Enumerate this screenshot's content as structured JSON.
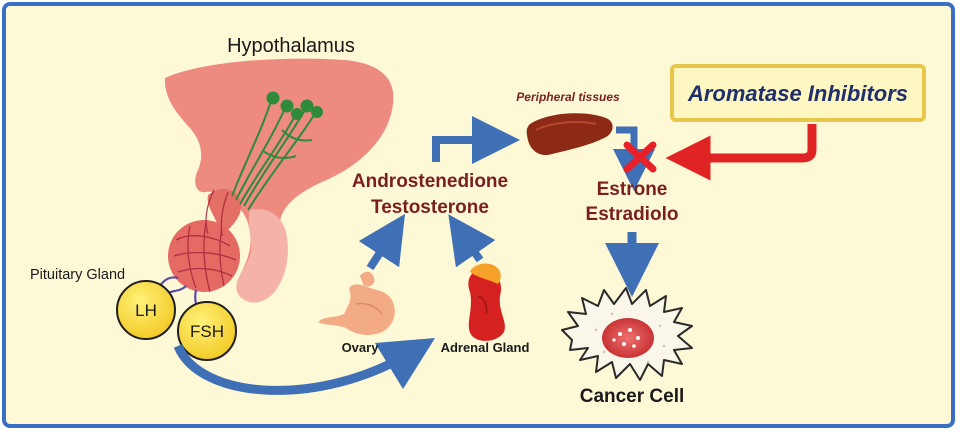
{
  "labels": {
    "hypothalamus": "Hypothalamus",
    "pituitary_gland": "Pituitary Gland",
    "lh": "LH",
    "fsh": "FSH",
    "ovary": "Ovary",
    "adrenal_gland": "Adrenal Gland",
    "androstenedione": "Androstenedione",
    "testosterone": "Testosterone",
    "peripheral_tissues": "Peripheral tissues",
    "estrone": "Estrone",
    "estradiolo": "Estradiolo",
    "aromatase_inhibitors": "Aromatase Inhibitors",
    "cancer_cell": "Cancer Cell"
  },
  "colors": {
    "background": "#fdf8d6",
    "border": "#3b6fc4",
    "flow_arrow": "#3f6fb5",
    "inhibition_arrow": "#e02424",
    "block_mark": "#e8202a",
    "hormone_text": "#7a1f1f",
    "hormone_circle": "#f5d63a",
    "brain": "#ee8b80",
    "neuron": "#2e8b3a",
    "inhibitor_box_fill": "#fff7c2",
    "inhibitor_box_border": "#e8c64a",
    "inhibitor_text": "#1f2f6b"
  },
  "icons": [
    "brain-icon",
    "ovary-icon",
    "adrenal-gland-icon",
    "liver-icon",
    "cancer-cell-icon",
    "block-x-icon"
  ]
}
